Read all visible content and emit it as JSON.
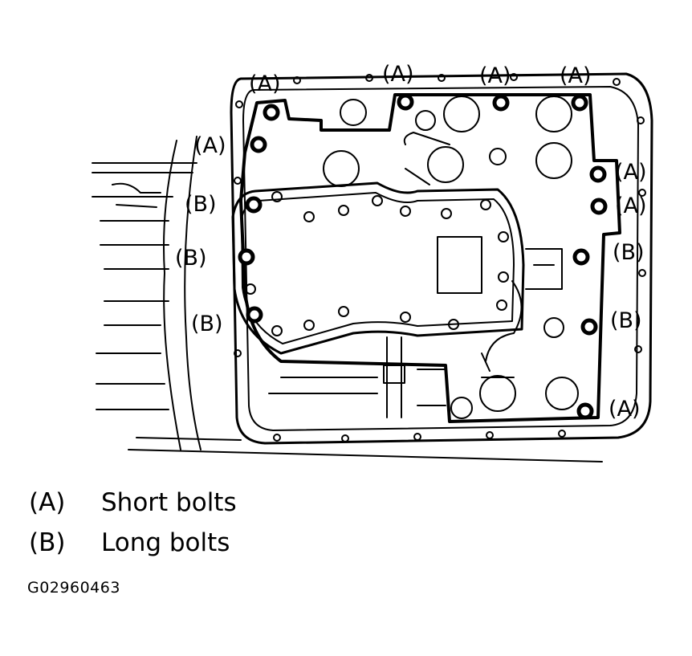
{
  "callouts": {
    "a": "(A)",
    "b": "(B)"
  },
  "legend": [
    {
      "code": "(A)",
      "text": "Short bolts"
    },
    {
      "code": "(B)",
      "text": "Long bolts"
    }
  ],
  "figure_id": "G02960463",
  "colors": {
    "ink": "#000000",
    "paper": "#ffffff"
  }
}
